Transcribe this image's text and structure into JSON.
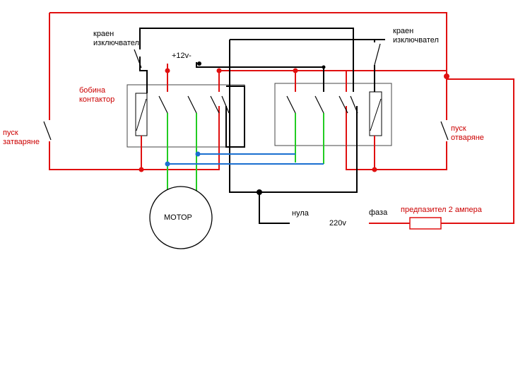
{
  "labels": {
    "limit_switch_left": [
      "краен",
      "изключвател"
    ],
    "limit_switch_right": [
      "краен",
      "изключвател"
    ],
    "plus_12v": "+12v-",
    "coil_contactor": [
      "бобина",
      "контактор"
    ],
    "start_close": [
      "пуск",
      "затваряне"
    ],
    "start_open": [
      "пуск",
      "отваряне"
    ],
    "motor": "МОТОР",
    "neutral": "нула",
    "voltage": "220v",
    "phase": "фаза",
    "fuse": "предпазител 2 ампера"
  },
  "colors": {
    "red_wire": "#e01010",
    "black_wire": "#000000",
    "green_wire": "#22cc22",
    "blue_wire": "#1a6fd0",
    "label_red": "#cc0000",
    "label_black": "#000000",
    "contactor_border": "#444444"
  }
}
